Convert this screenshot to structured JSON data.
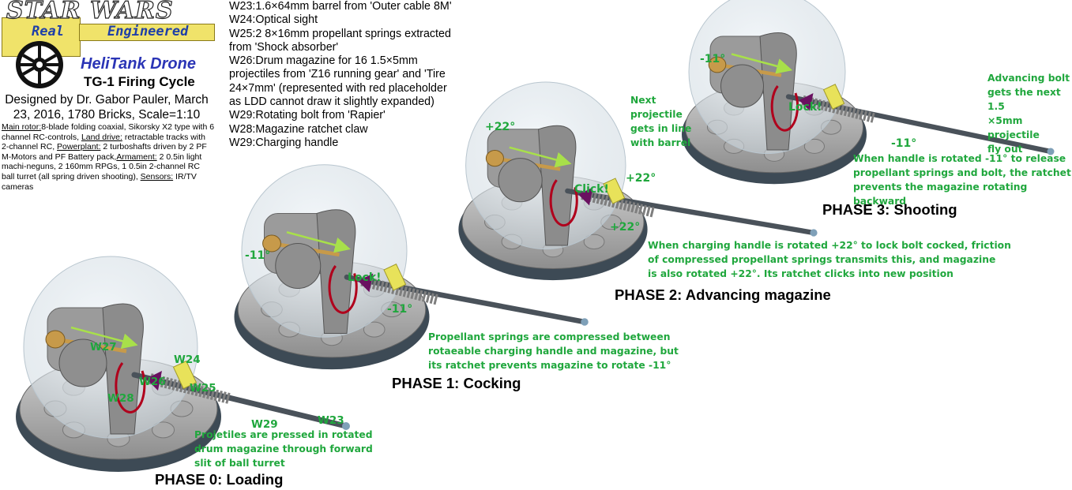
{
  "header": {
    "logo_title": "STAR WARS",
    "logo_sub_1": "Real",
    "logo_sub_2": "Engineered",
    "drone_name": "HeliTank Drone",
    "cycle_title": "TG-1 Firing Cycle",
    "designer_line_1": "Designed by Dr. Gabor Pauler, March",
    "designer_line_2": "23, 2016, 1780 Bricks, Scale=1:10"
  },
  "specs": [
    {
      "label": "Main rotor:",
      "text": "8-blade folding coaxial, Sikorsky X2 type with 6 channel RC-controls, "
    },
    {
      "label": "Land drive:",
      "text": " retractable tracks with 2-channel RC, "
    },
    {
      "label": "Powerplant:",
      "text": " 2 turboshafts driven by 2 PF M-Motors and PF Battery pack,"
    },
    {
      "label": "Armament:",
      "text": " 2 0.5in light machi-neguns, 2 160mm RPGs, 1 0.5in 2-channel RC ball turret (all spring driven shooting), "
    },
    {
      "label": "Sensors:",
      "text": "  IR/TV cameras"
    }
  ],
  "parts_list": [
    "W23:1.6×64mm barrel from 'Outer cable 8M'",
    "W24:Optical sight",
    "W25:2 8×16mm propellant springs extracted",
    "from 'Shock absorber'",
    "W26:Drum magazine for 16 1.5×5mm",
    "projectiles from 'Z16 running gear' and 'Tire",
    "24×7mm' (represented with red placeholder",
    "as LDD cannot draw it slightly expanded)",
    "W29:Rotating bolt from 'Rapier'",
    "W28:Magazine ratchet claw",
    "W29:Charging handle"
  ],
  "phases": {
    "p0": {
      "title": "PHASE 0: Loading",
      "note": [
        "Projetiles are pressed in rotated",
        "drum magazine through forward",
        "slit of ball turret"
      ],
      "labels": {
        "w27": "W27",
        "w24": "W24",
        "w26": "W26",
        "w25": "W25",
        "w28": "W28",
        "w29": "W29",
        "w23": "W23"
      }
    },
    "p1": {
      "title": "PHASE 1: Cocking",
      "note": [
        "Propellant springs are compressed between",
        "rotaeable charging handle and magazine, but",
        "its ratchet prevents magazine to rotate -11°"
      ],
      "angle_top": "-11°",
      "angle_bottom": "-11°",
      "lock": "Lock!"
    },
    "p2": {
      "title": "PHASE 2: Advancing magazine",
      "note": [
        "When charging handle is rotated +22° to lock bolt cocked, friction",
        "of compressed propellant springs transmits this, and magazine",
        "is also rotated +22°. Its ratchet clicks into new position"
      ],
      "side_note": [
        "Next",
        "projectile",
        "gets in line",
        "with barrel"
      ],
      "angle_top": "+22°",
      "angle_mid": "+22°",
      "angle_bottom": "+22°",
      "click": "Click!"
    },
    "p3": {
      "title": "PHASE 3: Shooting",
      "note": [
        "When handle is rotated -11° to release",
        "propellant springs and bolt, the ratchet",
        "prevents the magazine rotating backward"
      ],
      "side_note": [
        "Advancing bolt",
        "gets the next 1.5",
        "×5mm projectile",
        "fly out"
      ],
      "angle_top": "-11°",
      "angle_bottom": "-11°",
      "lock": "Lock!"
    }
  },
  "colors": {
    "annotation_green": "#20a73d",
    "accent_yellow": "#e8e25a",
    "bolt_tan": "#c79a4a",
    "magazine_red": "#b0001c",
    "drone_name_blue": "#2b35b6"
  }
}
